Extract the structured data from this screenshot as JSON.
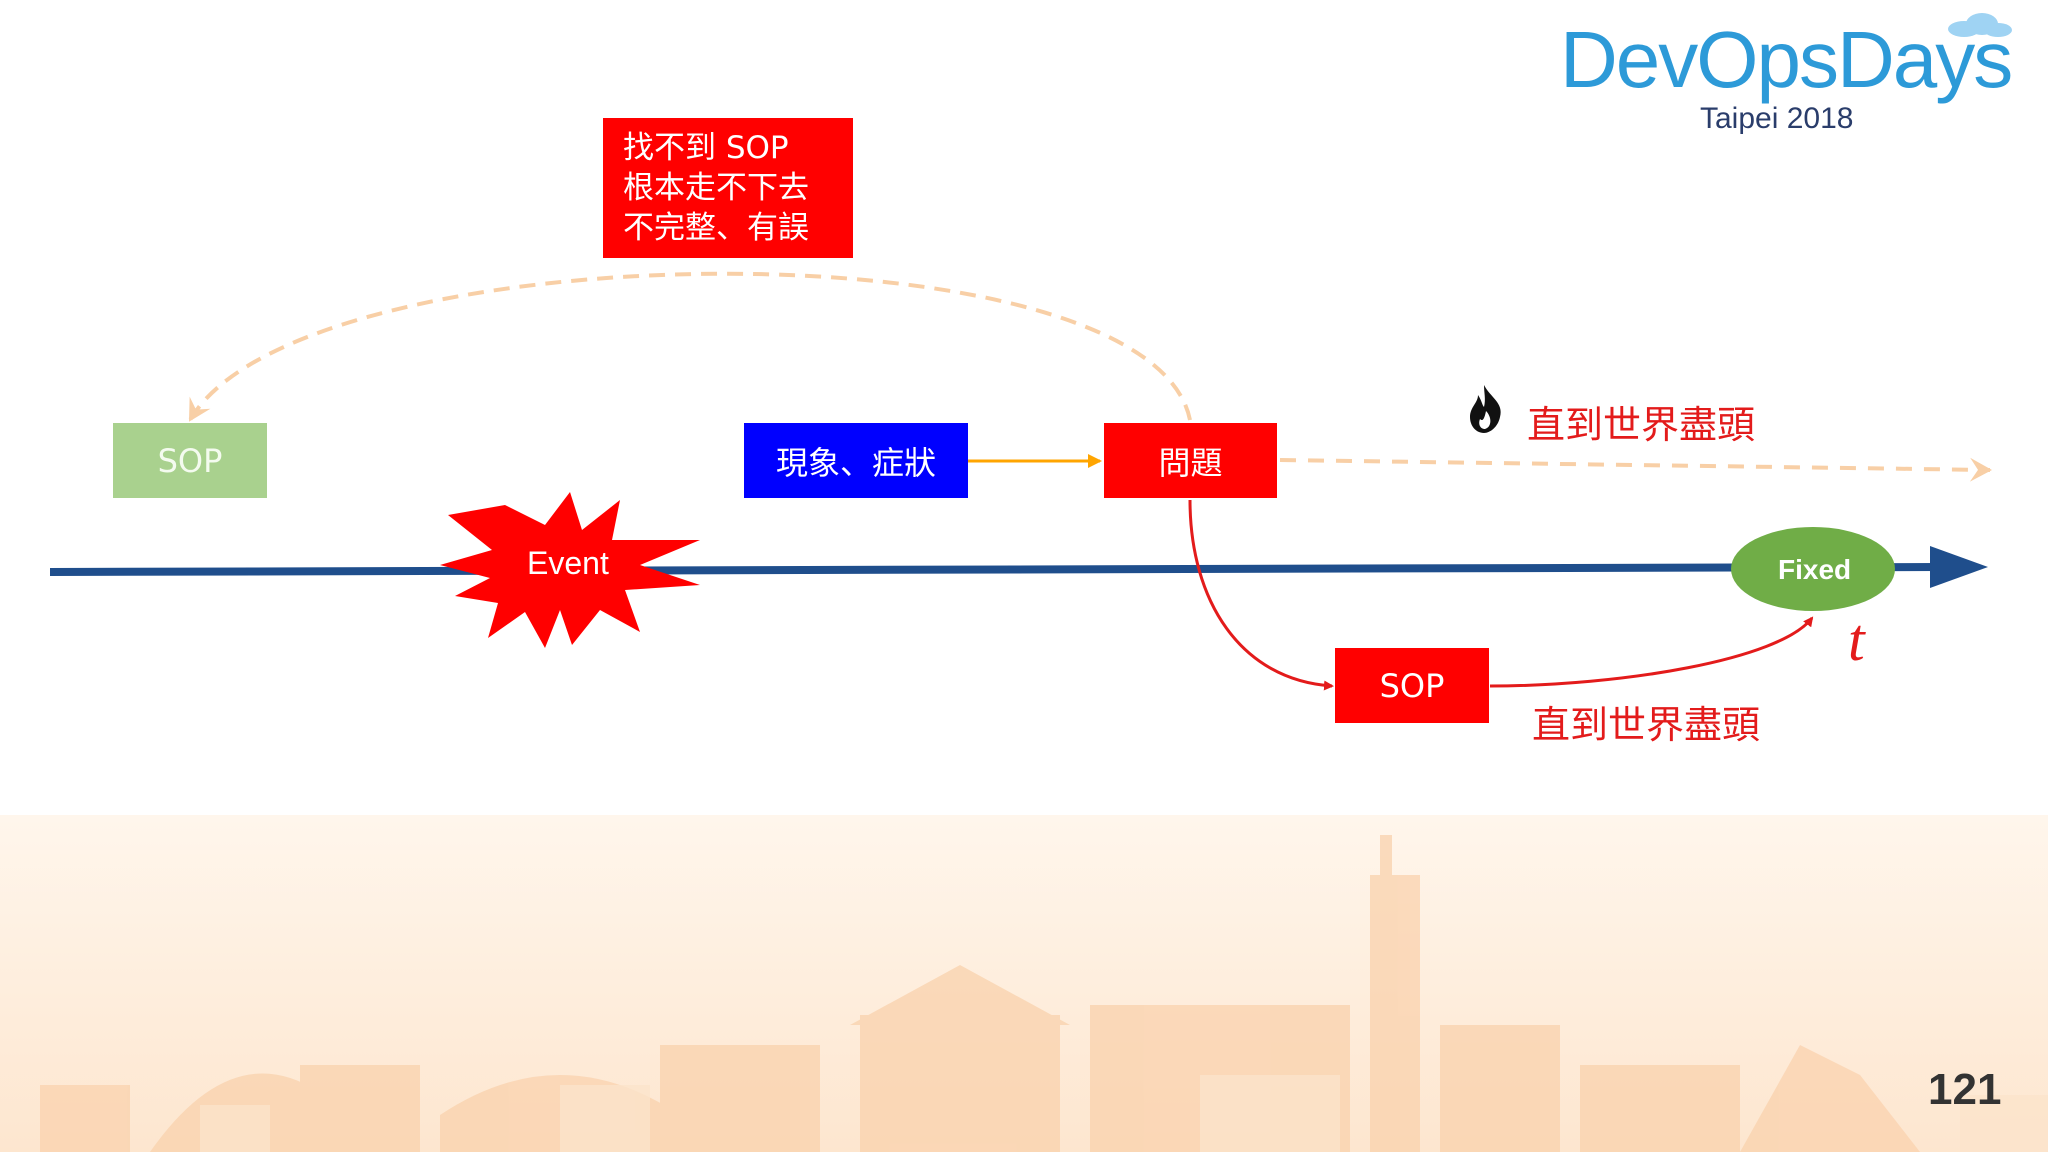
{
  "logo": {
    "name": "DevOpsDays",
    "subtitle": "Taipei 2018"
  },
  "slide_number": "121",
  "nodes": {
    "sop_old": "SOP",
    "symptom": "現象、症狀",
    "problem": "問題",
    "event": "Event",
    "fixed": "Fixed",
    "sop_new": "SOP"
  },
  "note": {
    "lines": [
      "找不到 SOP",
      "根本走不下去",
      "不完整、有誤"
    ]
  },
  "labels": {
    "forever_top": "直到世界盡頭",
    "forever_bottom": "直到世界盡頭",
    "time_axis": "t"
  },
  "icons": {
    "fire": "fire-icon"
  },
  "colors": {
    "timeline": "#1f4e8c",
    "red": "#ff0000",
    "blue": "#0000ff",
    "green_box": "#a9d18e",
    "fixed_ellipse": "#70ad47",
    "orange_arrow": "#ffa500",
    "dashed_peach": "#f8cfa6",
    "logo_blue": "#2d9ad8"
  }
}
